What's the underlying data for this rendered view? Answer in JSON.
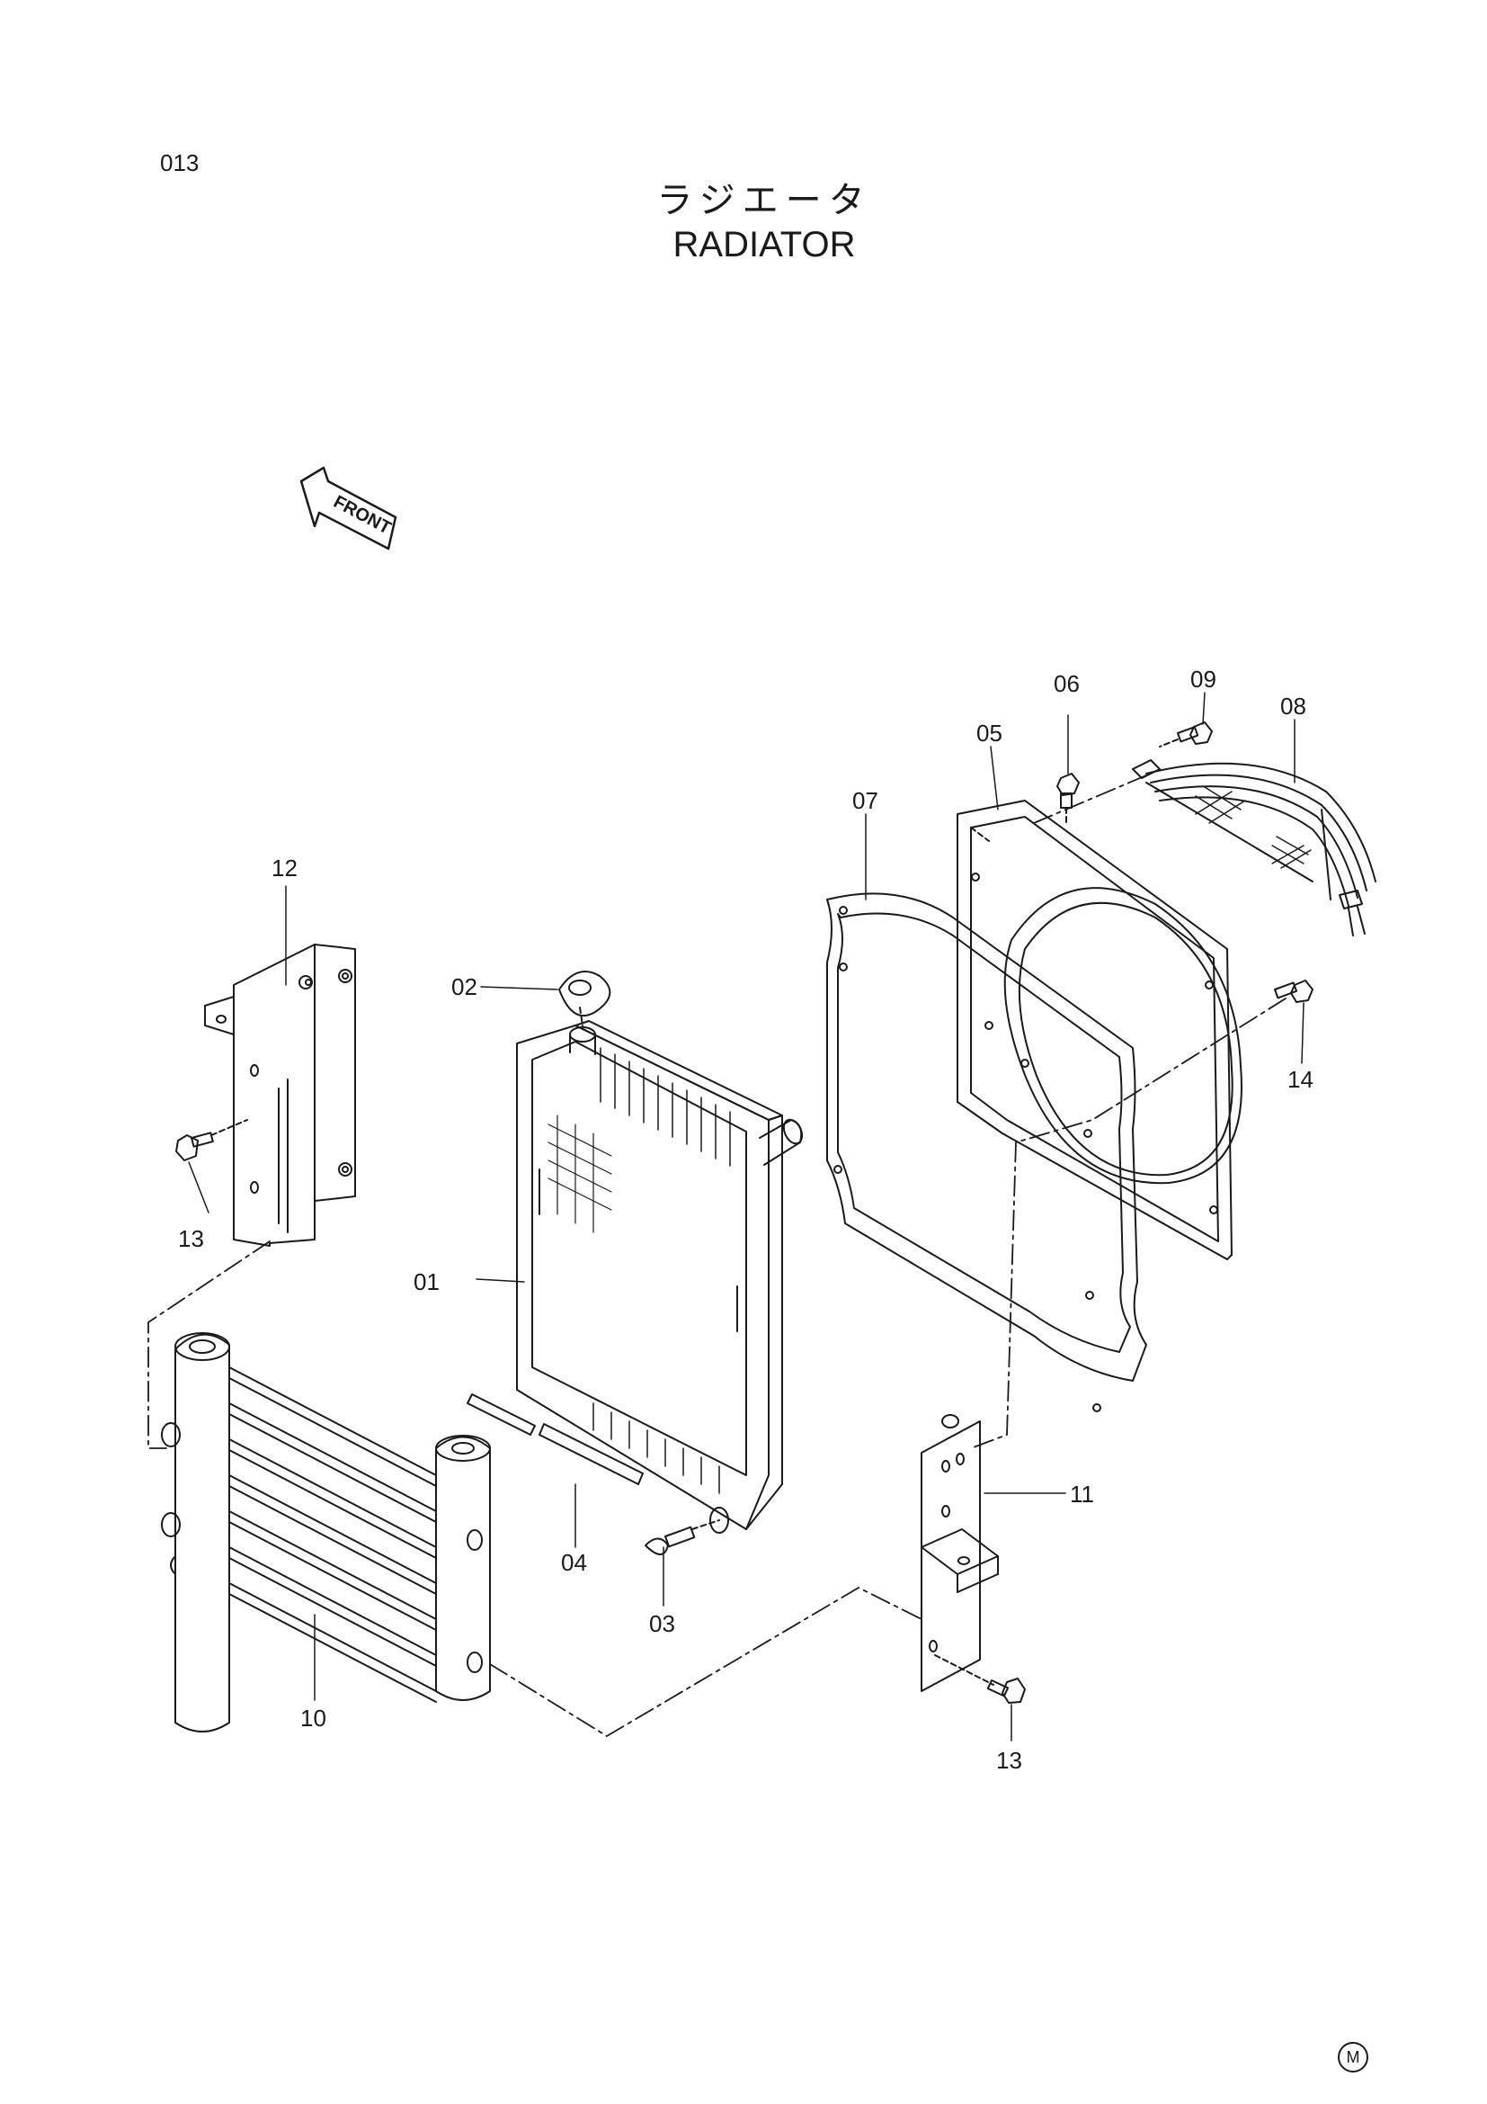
{
  "header": {
    "page_number": "013",
    "title_japanese": "ラジエータ",
    "title_english": "RADIATOR"
  },
  "front_arrow": {
    "label": "FRONT"
  },
  "callouts": [
    {
      "id": "01",
      "label": "01"
    },
    {
      "id": "02",
      "label": "02"
    },
    {
      "id": "03",
      "label": "03"
    },
    {
      "id": "04",
      "label": "04"
    },
    {
      "id": "05",
      "label": "05"
    },
    {
      "id": "06",
      "label": "06"
    },
    {
      "id": "07",
      "label": "07"
    },
    {
      "id": "08",
      "label": "08"
    },
    {
      "id": "09",
      "label": "09"
    },
    {
      "id": "10",
      "label": "10"
    },
    {
      "id": "11",
      "label": "11"
    },
    {
      "id": "12",
      "label": "12"
    },
    {
      "id": "13a",
      "label": "13"
    },
    {
      "id": "13b",
      "label": "13"
    },
    {
      "id": "14",
      "label": "14"
    }
  ],
  "footer": {
    "mark": "M"
  },
  "colors": {
    "ink": "#1a1a1a",
    "paper": "#ffffff"
  }
}
